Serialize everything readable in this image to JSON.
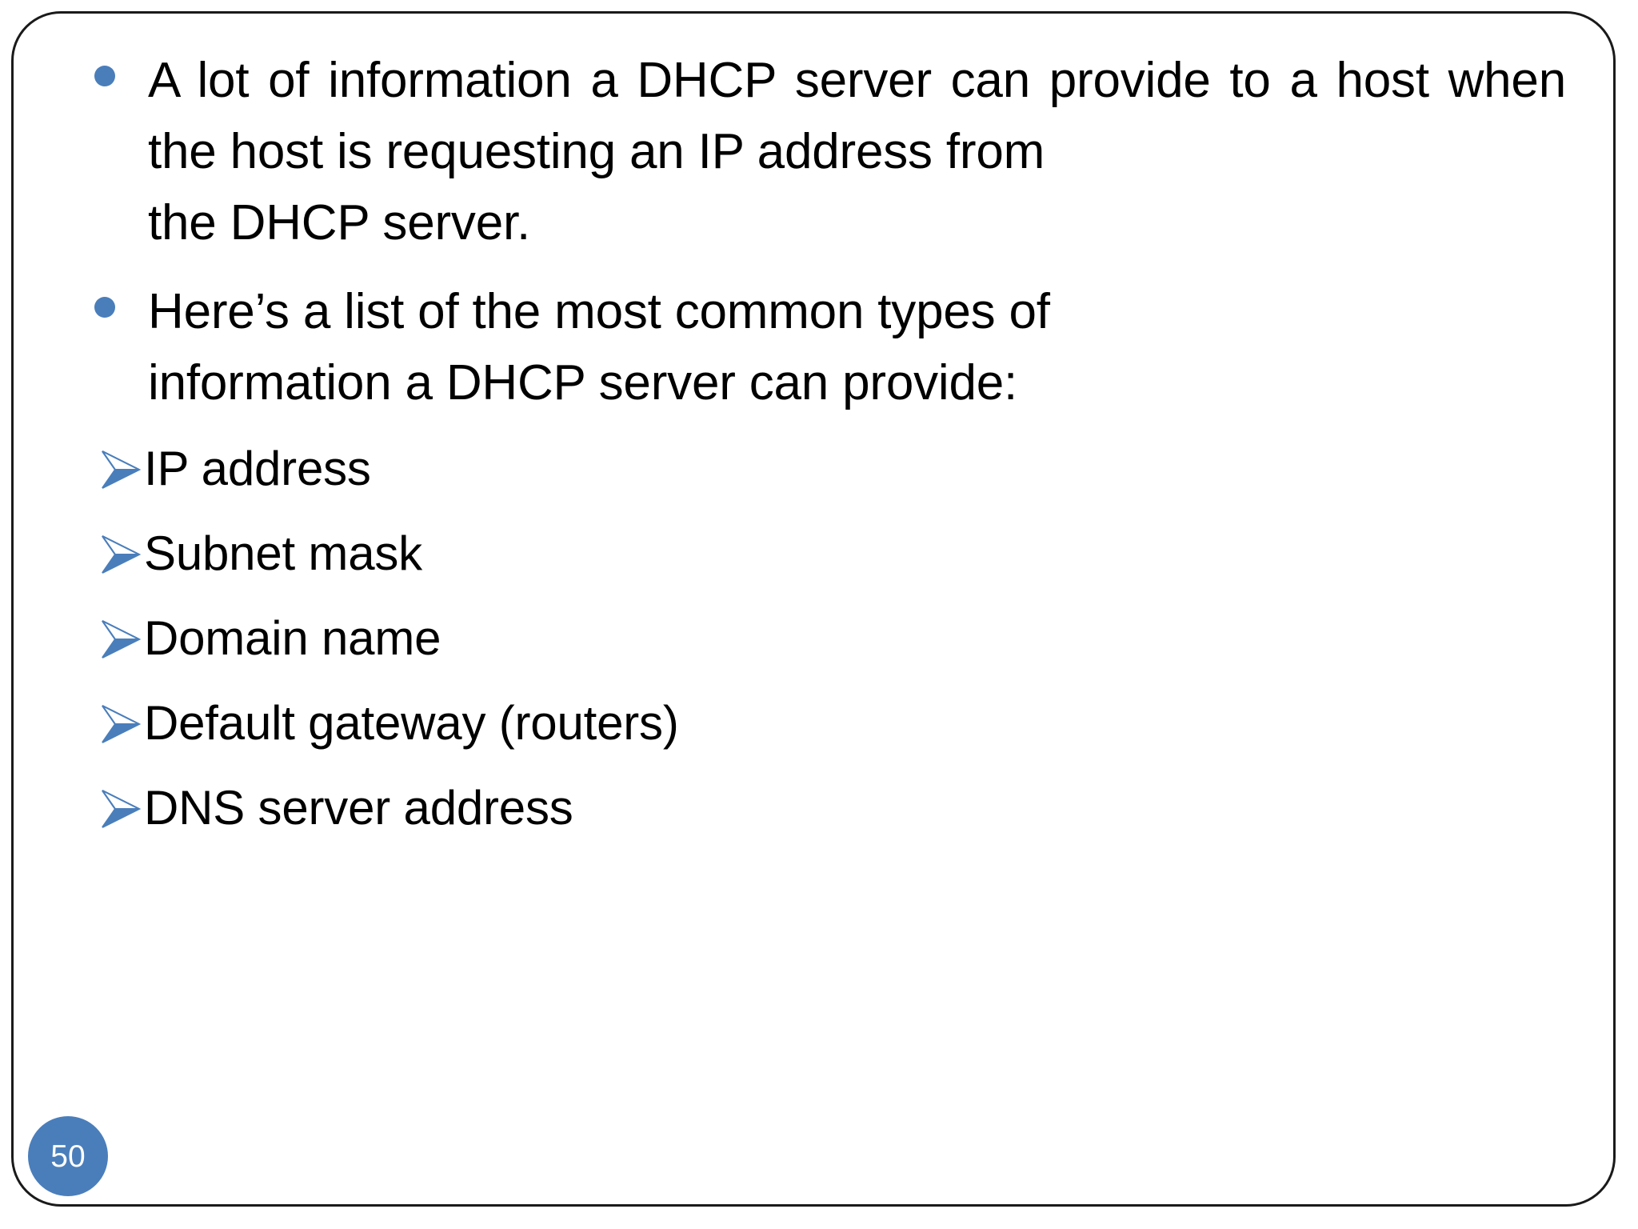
{
  "slide": {
    "page_number": "50",
    "accent_color": "#4a7ebb",
    "border_color": "#1a1a1a",
    "background_color": "#ffffff",
    "text_color": "#000000"
  },
  "body": {
    "level1_bullets": [
      {
        "marker": "filled-circle-bullet",
        "text": "A lot of information a DHCP server can provide to a host when the host is requesting an IP address from",
        "last_line": "the DHCP server."
      },
      {
        "marker": "filled-circle-bullet",
        "text": "Here’s a list of the most common types of",
        "last_line": "information a DHCP server can provide:"
      }
    ],
    "level2_bullets": [
      {
        "marker": "arrowhead-bullet",
        "text": "IP address"
      },
      {
        "marker": "arrowhead-bullet",
        "text": "Subnet mask"
      },
      {
        "marker": "arrowhead-bullet",
        "text": "Domain name"
      },
      {
        "marker": "arrowhead-bullet",
        "text": "Default gateway (routers)"
      },
      {
        "marker": "arrowhead-bullet",
        "text": "DNS server address"
      }
    ]
  }
}
